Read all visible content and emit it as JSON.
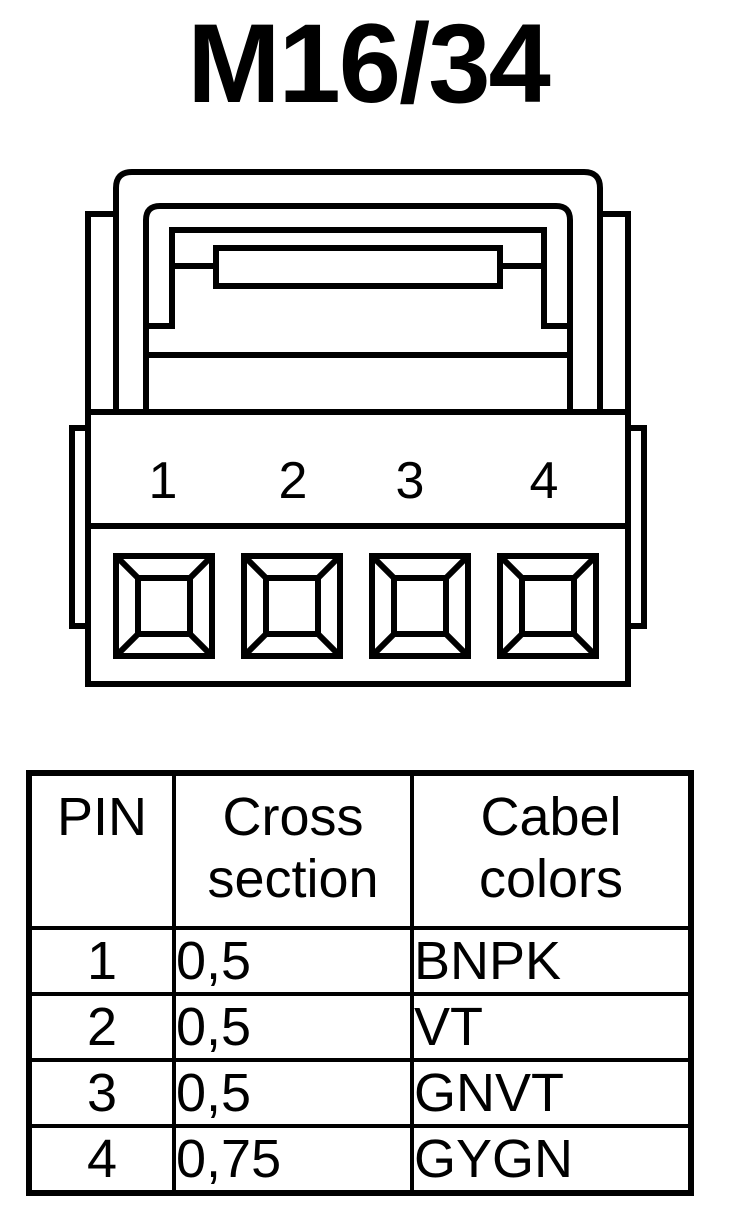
{
  "title": "M16/34",
  "connector": {
    "pin_labels": [
      "1",
      "2",
      "3",
      "4"
    ]
  },
  "table": {
    "headers": {
      "pin": "PIN",
      "cross_section": [
        "Cross",
        "section"
      ],
      "cable_colors": [
        "Cabel",
        "colors"
      ]
    },
    "rows": [
      {
        "pin": "1",
        "cross_section": "0,5",
        "color": "BNPK"
      },
      {
        "pin": "2",
        "cross_section": "0,5",
        "color": "VT"
      },
      {
        "pin": "3",
        "cross_section": "0,5",
        "color": "GNVT"
      },
      {
        "pin": "4",
        "cross_section": "0,75",
        "color": "GYGN"
      }
    ]
  }
}
